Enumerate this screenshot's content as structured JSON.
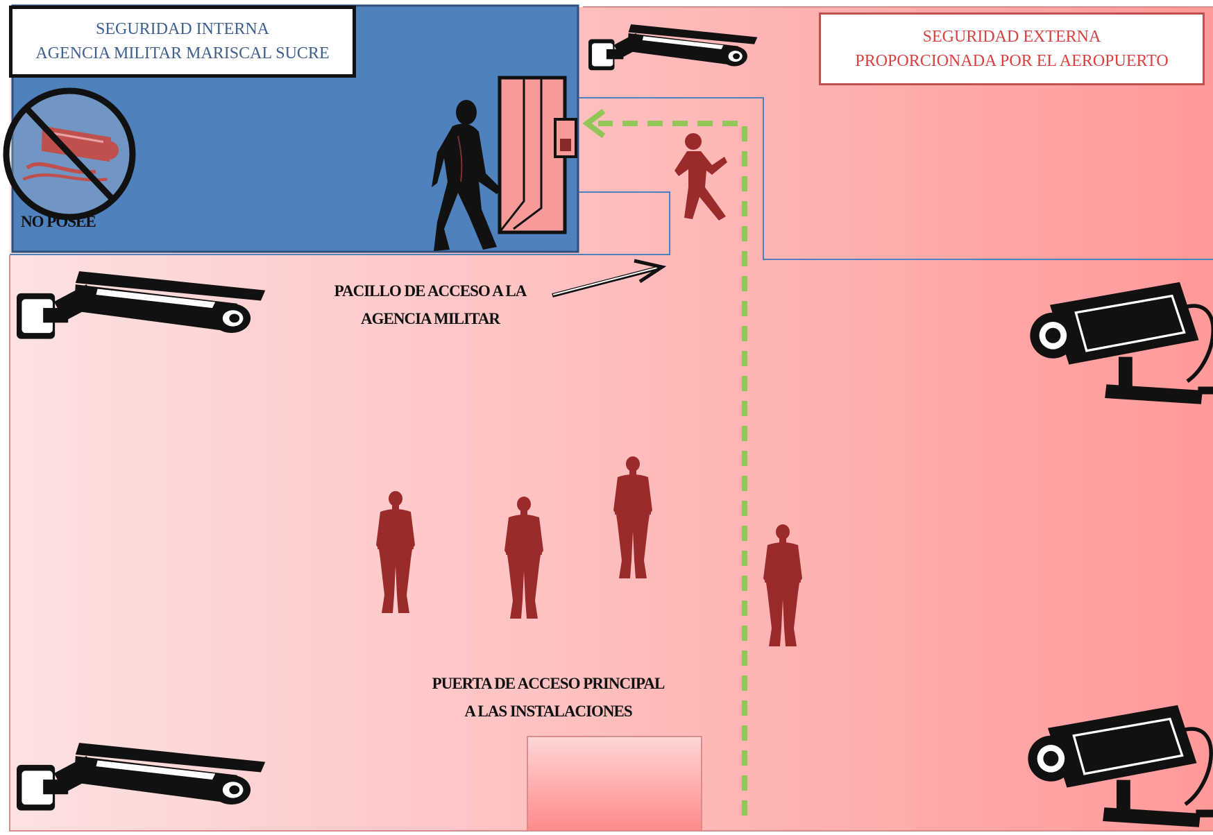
{
  "internal_security": {
    "line1": "SEGURIDAD INTERNA",
    "line2": "AGENCIA MILITAR MARISCAL SUCRE",
    "text_color": "#3f5f8f",
    "zone_color": "#4f81bd"
  },
  "external_security": {
    "line1": "SEGURIDAD EXTERNA",
    "line2": "PROPORCIONADA POR EL AEROPUERTO",
    "text_color": "#d94040",
    "zone_gradient": [
      "#fde1e1",
      "#ff9999"
    ]
  },
  "no_camera_note": "NO POSEE",
  "corridor_label": {
    "line1": "PACILLO DE ACCESO A LA",
    "line2": "AGENCIA MILITAR"
  },
  "main_door_label": {
    "line1": "PUERTA DE ACCESO PRINCIPAL",
    "line2": "A LAS INSTALACIONES"
  },
  "colors": {
    "guard": "#9b2b2b",
    "path": "#92c659",
    "camera": "#111111",
    "zone_outline": "#4f81bd"
  },
  "icons": [
    "security-camera-icon",
    "no-camera-icon",
    "walking-person-icon",
    "standing-guard-icon",
    "door-icon",
    "arrow-icon"
  ]
}
